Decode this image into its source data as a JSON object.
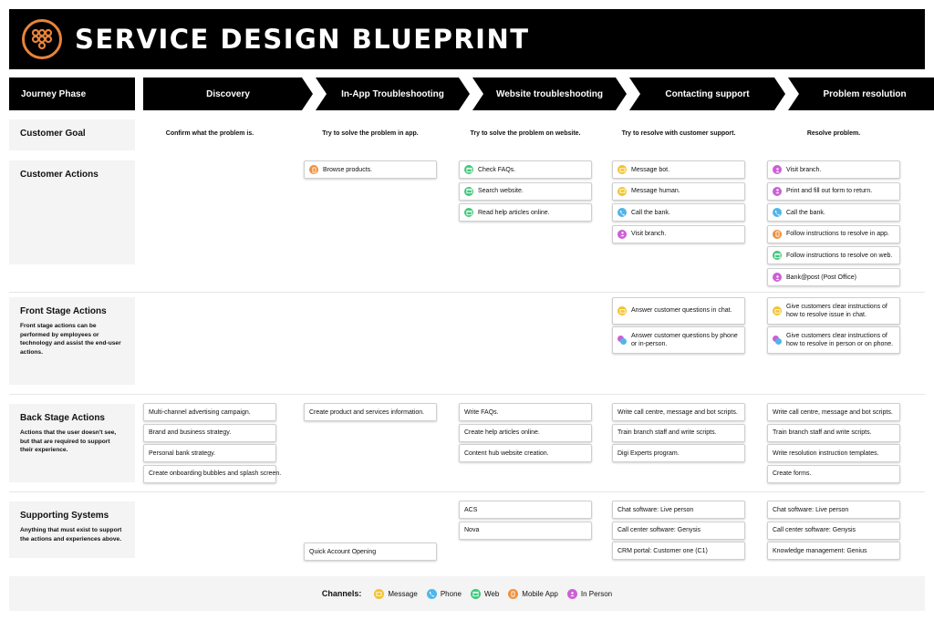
{
  "header": {
    "title": "SERVICE DESIGN BLUEPRINT"
  },
  "phase_label": "Journey Phase",
  "phases": [
    "Discovery",
    "In-App Troubleshooting",
    "Website troubleshooting",
    "Contacting support",
    "Problem resolution"
  ],
  "lanes": {
    "goal": {
      "title": "Customer Goal"
    },
    "actions": {
      "title": "Customer Actions"
    },
    "front": {
      "title": "Front Stage Actions",
      "desc": "Front stage actions can be performed by employees or technology and assist the end-user actions."
    },
    "back": {
      "title": "Back Stage Actions",
      "desc": "Actions that the user doesn't see, but that are required to support their experience."
    },
    "support": {
      "title": "Supporting Systems",
      "desc": "Anything that must exist to support the actions and experiences above."
    }
  },
  "goals": [
    "Confirm what the problem is.",
    "Try to solve the problem in app.",
    "Try to solve the problem on website.",
    "Try to resolve with customer support.",
    "Resolve problem."
  ],
  "customer_actions": {
    "inapp": [
      {
        "text": "Browse products.",
        "ch": "app"
      }
    ],
    "web": [
      {
        "text": "Check FAQs.",
        "ch": "web"
      },
      {
        "text": "Search website.",
        "ch": "web"
      },
      {
        "text": "Read help articles online.",
        "ch": "web"
      }
    ],
    "contact": [
      {
        "text": "Message bot.",
        "ch": "message"
      },
      {
        "text": "Message human.",
        "ch": "message"
      },
      {
        "text": "Call the bank.",
        "ch": "phone"
      },
      {
        "text": "Visit branch.",
        "ch": "person"
      }
    ],
    "resolution": [
      {
        "text": "Visit branch.",
        "ch": "person"
      },
      {
        "text": "Print and fill out form to return.",
        "ch": "person"
      },
      {
        "text": "Call the bank.",
        "ch": "phone"
      },
      {
        "text": "Follow instructions to resolve in app.",
        "ch": "app"
      },
      {
        "text": "Follow instructions to resolve on web.",
        "ch": "web"
      },
      {
        "text": "Bank@post (Post Office)",
        "ch": "person"
      }
    ]
  },
  "front_stage": {
    "contact": [
      {
        "text": "Answer customer questions in chat.",
        "ch": "message"
      },
      {
        "text": "Answer customer questions by phone or in-person.",
        "ch": "multi"
      }
    ],
    "resolution": [
      {
        "text": "Give customers clear instructions of how to resolve issue in chat.",
        "ch": "message"
      },
      {
        "text": "Give customers clear instructions of how to resolve in person or on phone.",
        "ch": "multi"
      }
    ]
  },
  "back_stage": {
    "discovery": [
      "Multi-channel advertising campaign.",
      "Brand and business strategy.",
      "Personal bank strategy.",
      "Create onboarding bubbles and splash screen."
    ],
    "inapp": [
      "Create product and services information."
    ],
    "web": [
      "Write FAQs.",
      "Create help articles online.",
      "Content hub website creation."
    ],
    "contact": [
      "Write call centre, message and bot scripts.",
      "Train branch staff and write scripts.",
      "Digi Experts program."
    ],
    "resolution": [
      "Write call centre, message and bot scripts.",
      "Train branch staff and write scripts.",
      "Write resolution instruction templates.",
      "Create forms."
    ]
  },
  "supporting": {
    "inapp": [
      "Quick Account Opening"
    ],
    "web": [
      "ACS",
      "Nova"
    ],
    "contact": [
      "Chat software: Live person",
      "Call center software: Genysis",
      "CRM portal: Customer one (C1)"
    ],
    "resolution": [
      "Chat software: Live person",
      "Call center software: Genysis",
      "Knowledge management: Genius"
    ]
  },
  "legend": {
    "title": "Channels:",
    "items": [
      {
        "label": "Message",
        "ch": "message"
      },
      {
        "label": "Phone",
        "ch": "phone"
      },
      {
        "label": "Web",
        "ch": "web"
      },
      {
        "label": "Mobile App",
        "ch": "app"
      },
      {
        "label": "In Person",
        "ch": "person"
      }
    ]
  },
  "channel_colors": {
    "message": "#f2c230",
    "phone": "#4fb6e8",
    "web": "#3fc77a",
    "app": "#f0903c",
    "person": "#cc5fd6",
    "brand": "#e8833a"
  }
}
